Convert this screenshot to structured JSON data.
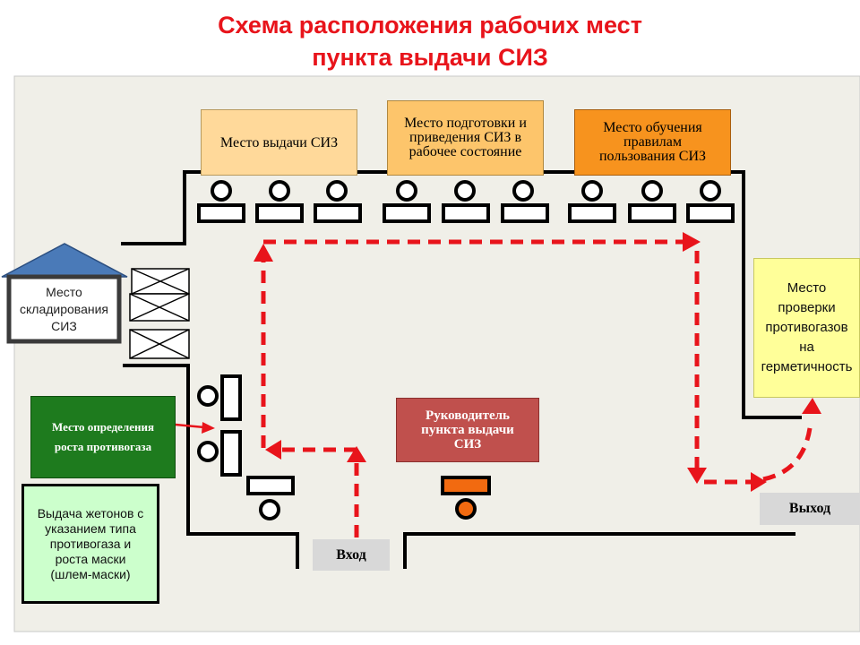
{
  "title": {
    "line1": "Схема расположения рабочих мест",
    "line2": "пункта выдачи СИЗ"
  },
  "zones": {
    "issue": "Место выдачи СИЗ",
    "prep": "Место подготовки и приведения СИЗ в рабочее состояние",
    "training": "Место обучения правилам пользования СИЗ",
    "storage": "Место складирования СИЗ",
    "check": "Место проверки противогазов на герметичность",
    "height": "Место определения роста противогаза",
    "tokens": "Выдача жетонов с указанием типа противогаза и роста маски (шлем-маски)",
    "manager": "Руководитель пункта выдачи СИЗ",
    "entrance": "Вход",
    "exit": "Выход"
  },
  "colors": {
    "title": "#e8141b",
    "floor": "#f0efe8",
    "issue_box": "#ffd99a",
    "prep_box": "#fdc56b",
    "training_box": "#f7931e",
    "check_box": "#ffff99",
    "height_box": "#1e7b1e",
    "tokens_box": "#ccffcc",
    "manager_box": "#c0504d",
    "route": "#e8141b",
    "manager_desk": "#f26a10",
    "storage_roof": "#4a7ab8"
  }
}
